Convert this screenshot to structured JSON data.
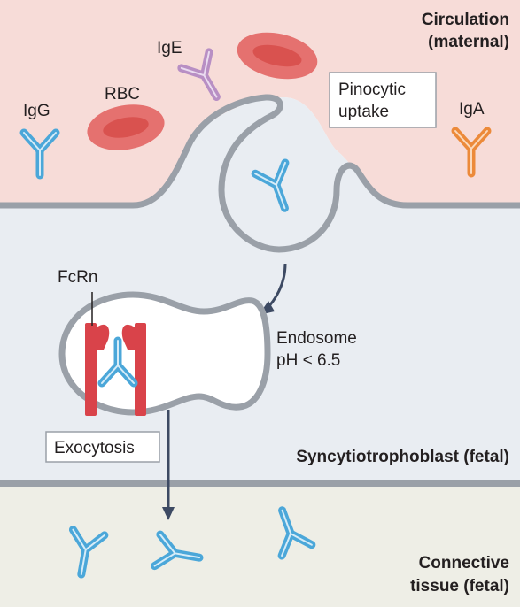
{
  "regions": {
    "maternal": {
      "line1": "Circulation",
      "line2": "(maternal)"
    },
    "syncytio": {
      "label": "Syncytiotrophoblast (fetal)"
    },
    "connective": {
      "line1": "Connective",
      "line2": "tissue (fetal)"
    }
  },
  "labels": {
    "igg": "IgG",
    "ige": "IgE",
    "iga": "IgA",
    "rbc": "RBC",
    "pinocytic_line1": "Pinocytic",
    "pinocytic_line2": "uptake",
    "fcrn": "FcRn",
    "endosome_line1": "Endosome",
    "endosome_line2": "pH < 6.5",
    "exocytosis": "Exocytosis"
  },
  "colors": {
    "maternal_bg": "#f7dcd8",
    "syncytio_bg": "#e9edf2",
    "connective_bg": "#eeeee6",
    "membrane": "#9aa0a8",
    "igg_blue": "#4ba7d9",
    "ige_purple": "#b88fc4",
    "iga_orange": "#ec8a3a",
    "rbc_red": "#e5716f",
    "fcrn_red": "#d9434a"
  }
}
